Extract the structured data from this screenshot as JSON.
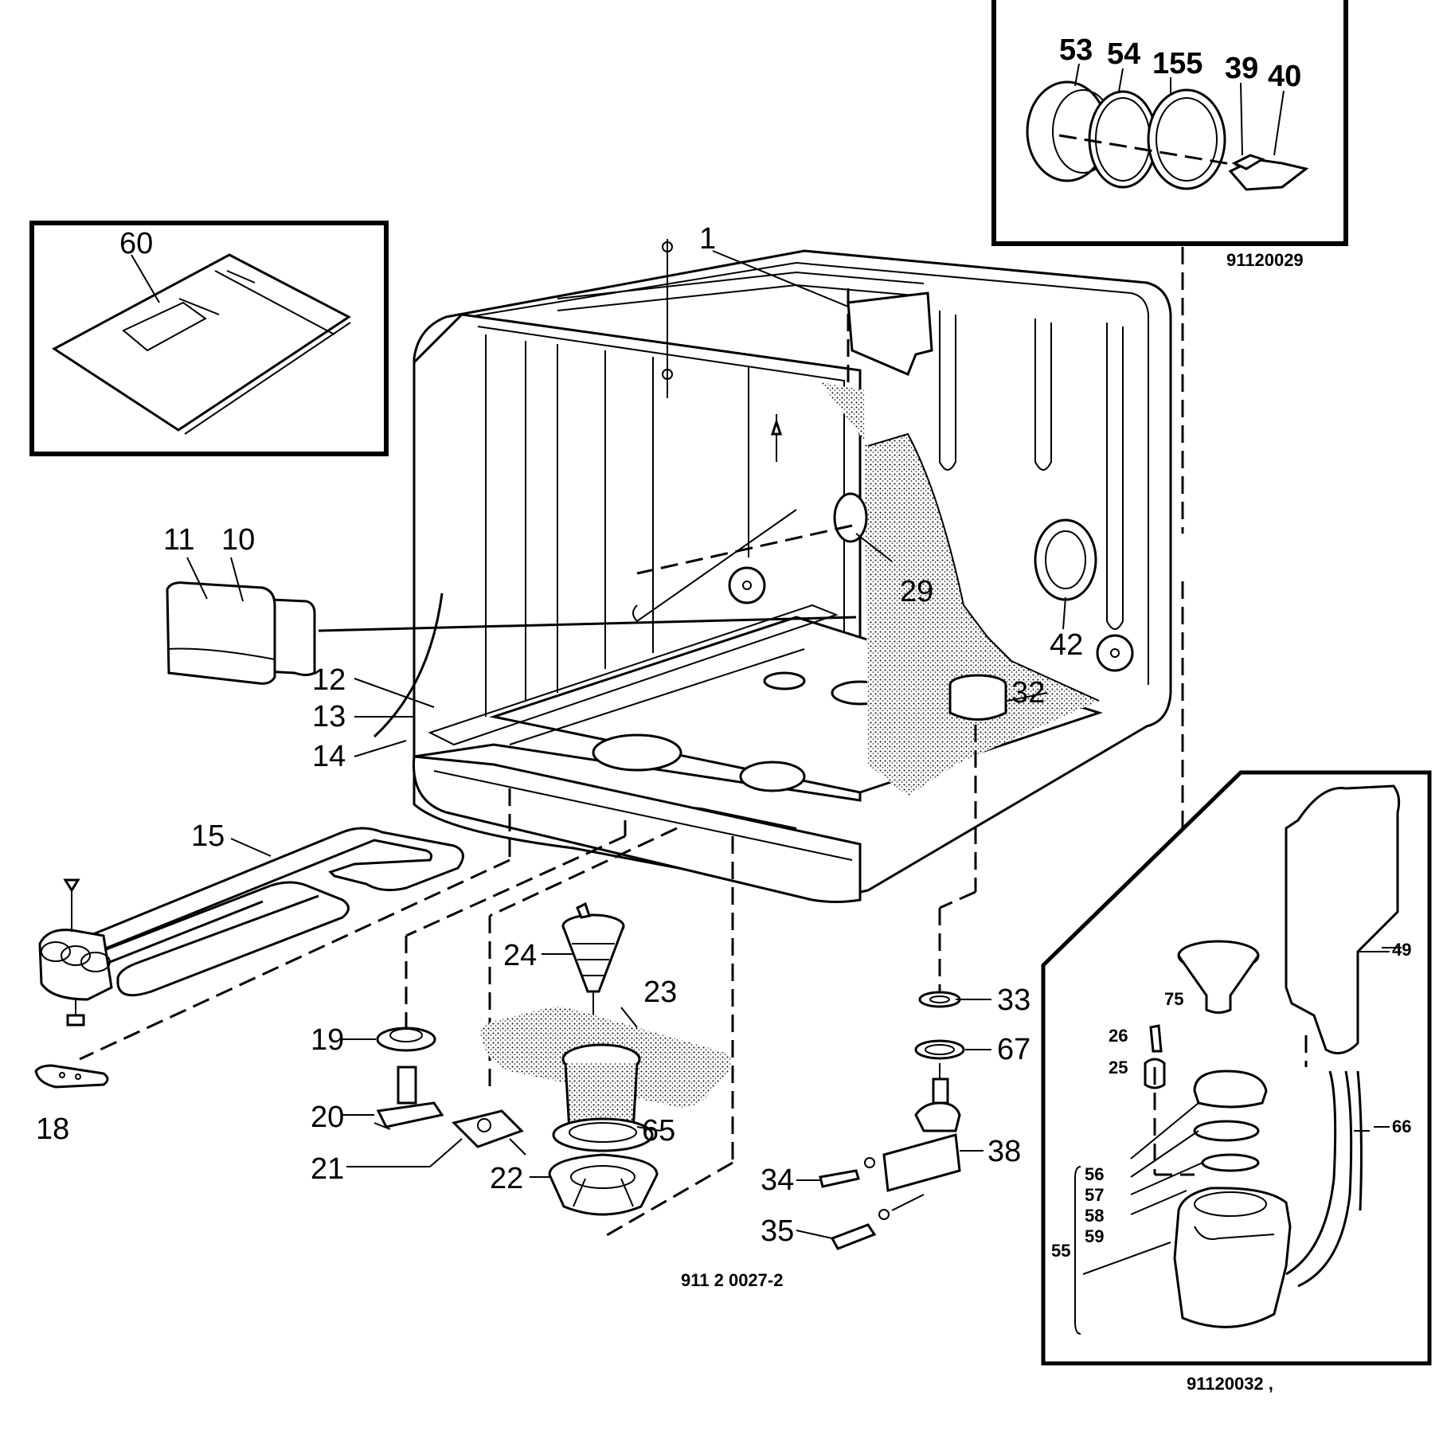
{
  "callouts": {
    "c1": "1",
    "c10": "10",
    "c11": "11",
    "c12": "12",
    "c13": "13",
    "c14": "14",
    "c15": "15",
    "c18": "18",
    "c19": "19",
    "c20": "20",
    "c21": "21",
    "c22": "22",
    "c23": "23",
    "c24": "24",
    "c25": "25",
    "c26": "26",
    "c29": "29",
    "c32": "32",
    "c33": "33",
    "c34": "34",
    "c35": "35",
    "c38": "38",
    "c39": "39",
    "c40": "40",
    "c42": "42",
    "c49": "49",
    "c53": "53",
    "c54": "54",
    "c55": "55",
    "c56": "56",
    "c57": "57",
    "c58": "58",
    "c59": "59",
    "c60": "60",
    "c65": "65",
    "c66": "66",
    "c67": "67",
    "c75": "75",
    "c155": "155"
  },
  "drawing_codes": {
    "main": "911 2 0027-2",
    "door_seal_inset": "91120029",
    "softener_inset": "91120032 ,"
  }
}
